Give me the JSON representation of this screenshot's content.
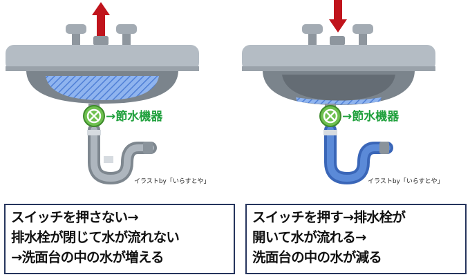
{
  "left": {
    "device_label": "→節水機器",
    "credit": "イラストby「いらすとや」",
    "caption_lines": [
      "スイッチを押さない→",
      "排水栓が閉じて水が流れない",
      "→洗面台の中の水が増える"
    ]
  },
  "right": {
    "device_label": "→節水機器",
    "credit": "イラストby「いらすとや」",
    "caption_lines": [
      "スイッチを押す→排水栓が",
      "開いて水が流れる→",
      "洗面台の中の水が減る"
    ]
  },
  "colors": {
    "arrow": "#c0141c",
    "valve": "#6ec04f",
    "label_green": "#1fa03c",
    "water": "#6f9ee5",
    "pipe_gray": "#9aa3ab",
    "pipe_blue": "#4f7fd0",
    "border": "#25345c"
  },
  "icons": {
    "up_arrow": "arrow-up-icon",
    "down_arrow": "arrow-down-icon",
    "valve": "valve-x-icon"
  }
}
